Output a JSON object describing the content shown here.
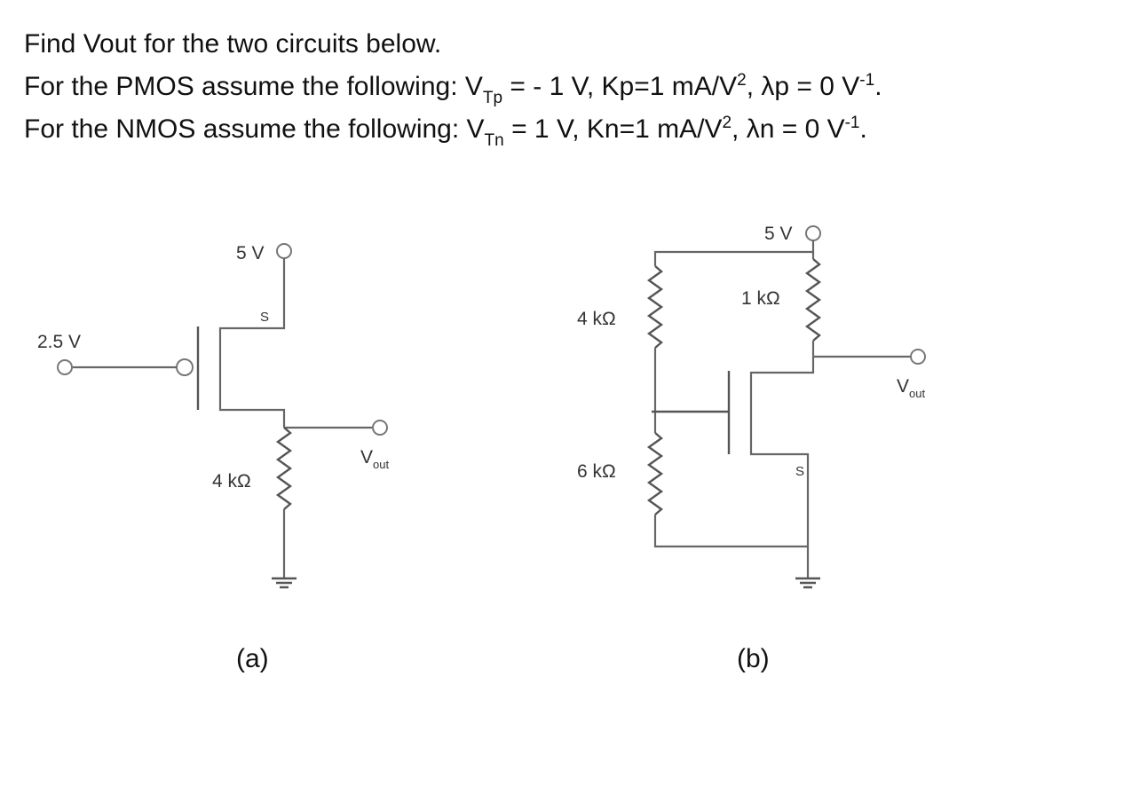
{
  "problem": {
    "line1": "Find Vout for the two circuits below.",
    "line2": {
      "prefix": "For the PMOS assume the following: V",
      "vt_sub": "Tp",
      "vt_val": " = - 1 V, Kp=1 mA/V",
      "k_sup": "2",
      "lambda": ", λp = 0 V",
      "lambda_sup": "-1",
      "end": "."
    },
    "line3": {
      "prefix": "For the NMOS assume the following: V",
      "vt_sub": "Tn",
      "vt_val": " = 1 V, Kn=1 mA/V",
      "k_sup": "2",
      "lambda": ", λn = 0 V",
      "lambda_sup": "-1",
      "end": "."
    }
  },
  "circuit_a": {
    "supply": "5 V",
    "source_label": "S",
    "gate_input": "2.5 V",
    "resistor": "4 kΩ",
    "vout_main": "V",
    "vout_sub": "out",
    "caption": "(a)"
  },
  "circuit_b": {
    "supply": "5 V",
    "r_top_left": "4 kΩ",
    "r_bottom_left": "6 kΩ",
    "r_drain": "1 kΩ",
    "source_label": "S",
    "vout_main": "V",
    "vout_sub": "out",
    "caption": "(b)"
  }
}
